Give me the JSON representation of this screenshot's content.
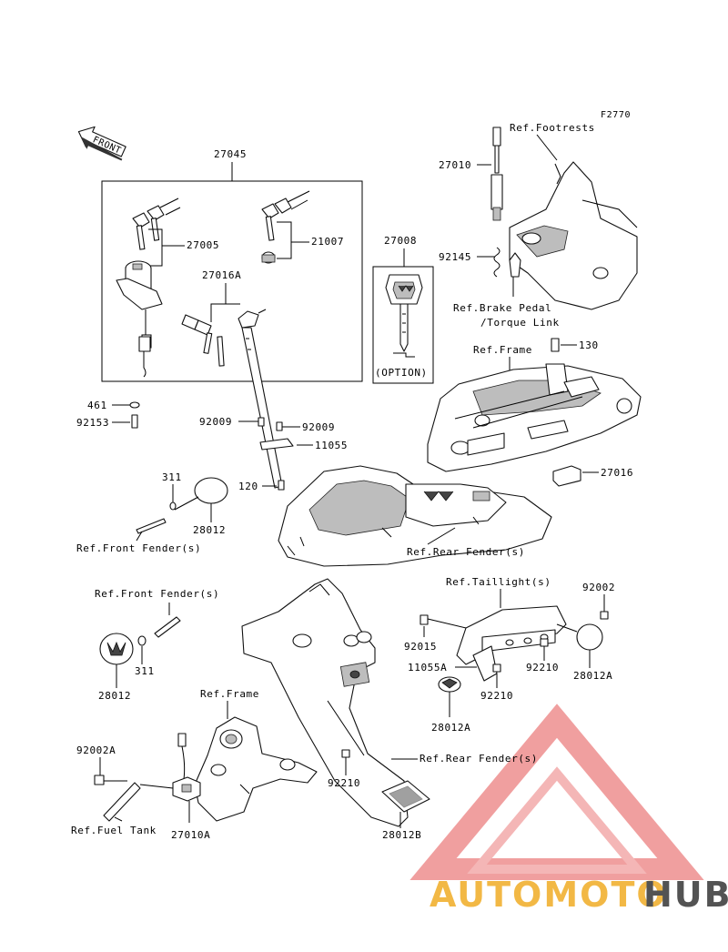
{
  "figure_code": "F2770",
  "front_arrow": "FRONT",
  "callouts": {
    "c27045": "27045",
    "c27005": "27005",
    "c21007": "21007",
    "c27016A": "27016A",
    "c27008": "27008",
    "option": "(OPTION)",
    "c461": "461",
    "c92153": "92153",
    "c92009a": "92009",
    "c92009b": "92009",
    "c11055": "11055",
    "c120": "120",
    "c311a": "311",
    "c28012a": "28012",
    "c27010": "27010",
    "c92145": "92145",
    "c130": "130",
    "c27016": "27016",
    "c92002": "92002",
    "c92015": "92015",
    "c11055A": "11055A",
    "c92210a": "92210",
    "c92210b": "92210",
    "c28012A_right": "28012A",
    "c28012A_mid": "28012A",
    "c311b": "311",
    "c28012b": "28012",
    "c92002A": "92002A",
    "c27010A": "27010A",
    "c92210c": "92210",
    "c28012B": "28012B"
  },
  "references": {
    "footrests": "Ref.Footrests",
    "brake_pedal_1": "Ref.Brake Pedal",
    "brake_pedal_2": "/Torque Link",
    "frame_top": "Ref.Frame",
    "front_fender_1": "Ref.Front Fender(s)",
    "rear_fender_1": "Ref.Rear Fender(s)",
    "front_fender_2": "Ref.Front Fender(s)",
    "taillight": "Ref.Taillight(s)",
    "frame_bottom": "Ref.Frame",
    "rear_fender_2": "Ref.Rear Fender(s)",
    "fuel_tank": "Ref.Fuel Tank"
  },
  "watermark": {
    "part1": "AUTOMOTO",
    "part2": "HUB",
    "color_primary": "#f08c8c",
    "color_accent": "#f2b53c",
    "color_dark": "#4a4a4a"
  }
}
